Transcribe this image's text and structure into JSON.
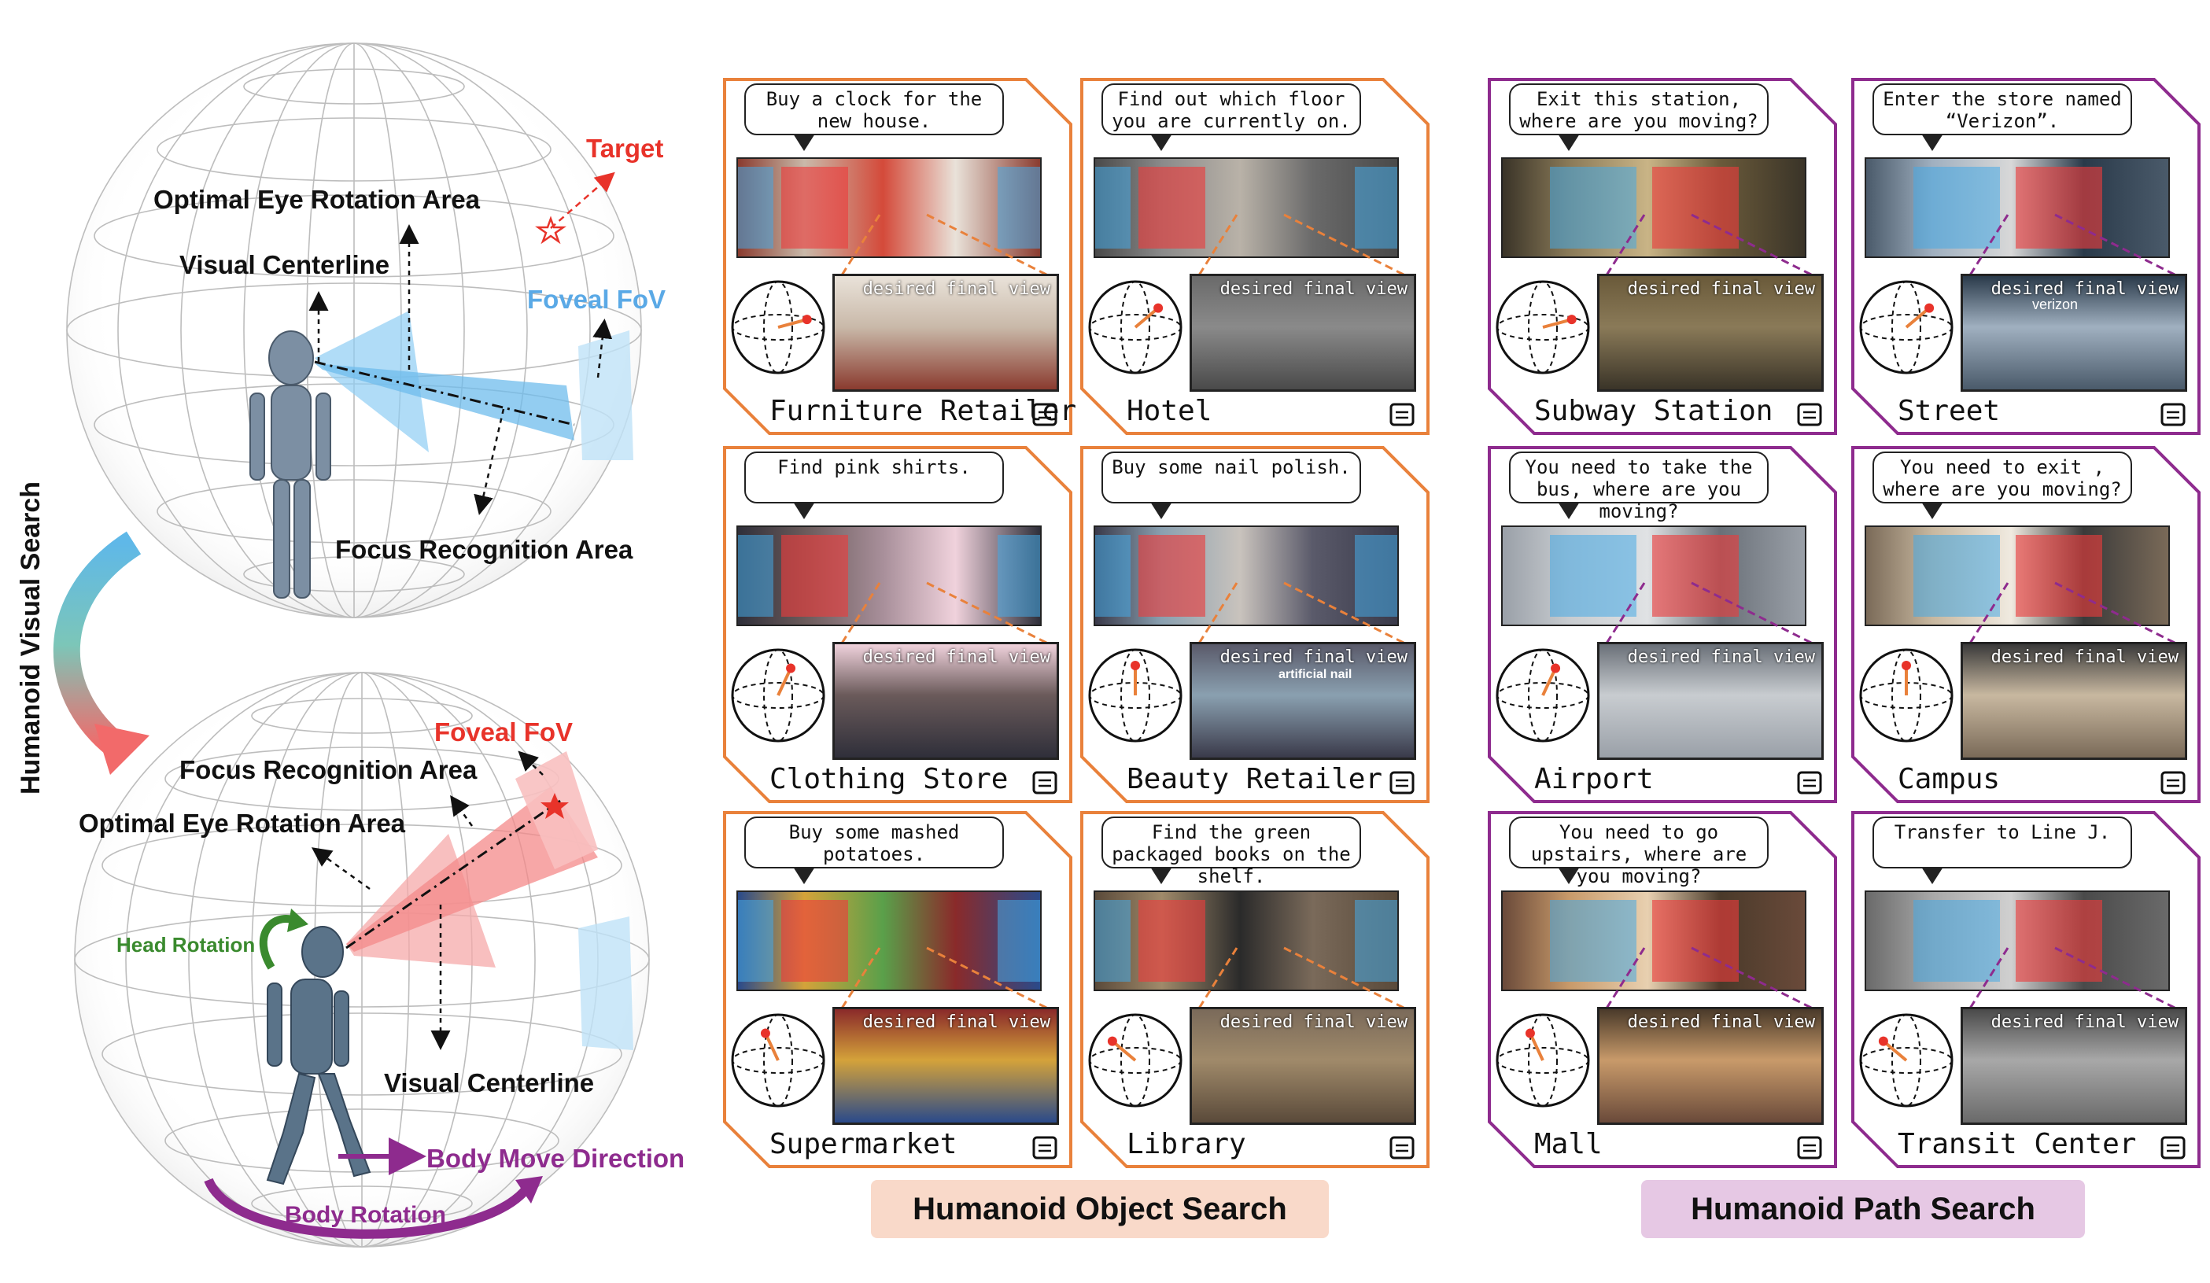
{
  "left_diagram": {
    "vertical_title": "Humanoid Visual Search",
    "top": {
      "target": "Target",
      "optimal_eye_rotation_area": "Optimal Eye Rotation Area",
      "visual_centerline": "Visual Centerline",
      "foveal_fov": "Foveal FoV",
      "focus_recognition_area": "Focus Recognition Area"
    },
    "bottom": {
      "foveal_fov": "Foveal FoV",
      "focus_recognition_area": "Focus Recognition Area",
      "optimal_eye_rotation_area": "Optimal Eye Rotation Area",
      "head_rotation": "Head Rotation",
      "visual_centerline": "Visual Centerline",
      "body_move_direction": "Body Move Direction",
      "body_rotation": "Body Rotation"
    },
    "colors": {
      "target": "#e8332a",
      "foveal_blue": "#5aa9e6",
      "foveal_red": "#e8332a",
      "head_rotation": "#3a8a2e",
      "body": "#8e2b8e"
    }
  },
  "sections": {
    "object_search": {
      "title": "Humanoid Object Search",
      "color": "#f9d9c9",
      "border": "#e9813b"
    },
    "path_search": {
      "title": "Humanoid Path Search",
      "color": "#e6c8e4",
      "border": "#8e2b8e"
    }
  },
  "final_view_label": "desired final view",
  "object_cards": [
    {
      "instruction": "Buy a clock for the new house.",
      "scene": "Furniture Retailer",
      "icon": "armchair-icon"
    },
    {
      "instruction": "Find out which floor you are currently on.",
      "scene": "Hotel",
      "icon": "hotel-building-icon"
    },
    {
      "instruction": "Find pink shirts.",
      "scene": "Clothing Store",
      "icon": "shirt-icon"
    },
    {
      "instruction": "Buy some nail polish.",
      "scene": "Beauty Retailer",
      "icon": "storefront-icon"
    },
    {
      "instruction": "Buy some mashed potatoes.",
      "scene": "Supermarket",
      "icon": "shopping-cart-icon"
    },
    {
      "instruction": "Find the green packaged books on the shelf.",
      "scene": "Library",
      "icon": "books-icon"
    }
  ],
  "path_cards": [
    {
      "instruction": "Exit this station, where are you moving?",
      "scene": "Subway Station",
      "icon": "train-icon"
    },
    {
      "instruction": "Enter the store named “Verizon”.",
      "scene": "Street",
      "icon": "city-icon"
    },
    {
      "instruction": "You need to take the bus, where are you moving?",
      "scene": "Airport",
      "icon": "airplane-icon"
    },
    {
      "instruction": "You need to exit , where are you moving?",
      "scene": "Campus",
      "icon": "graduation-cap-icon"
    },
    {
      "instruction": "You need to go upstairs, where are you moving?",
      "scene": "Mall",
      "icon": "shopping-bag-icon"
    },
    {
      "instruction": "Transfer to Line J.",
      "scene": "Transit Center",
      "icon": "walking-person-icon"
    }
  ],
  "image_overlay_text": {
    "beauty_banner": "artificial nail",
    "street_logo": "verizon"
  }
}
